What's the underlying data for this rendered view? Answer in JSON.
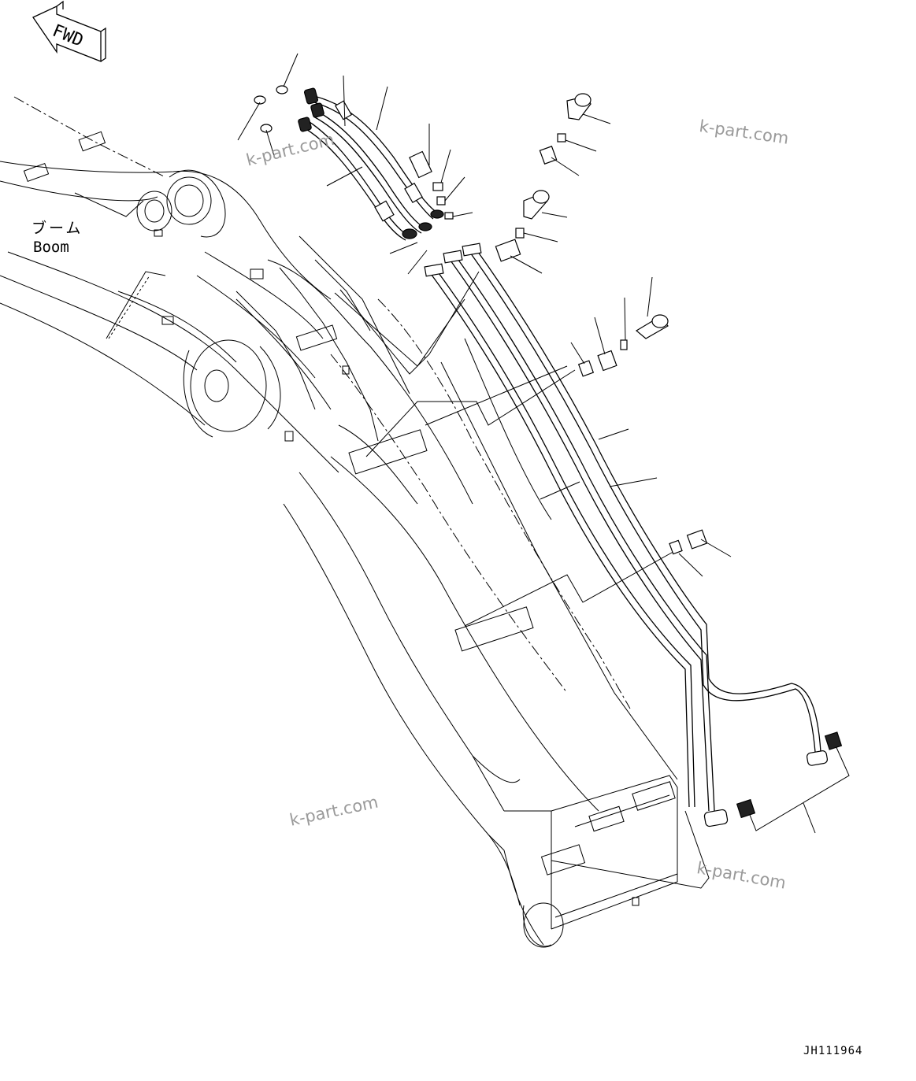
{
  "fwd_label": "FWD",
  "boom_label_ja": "ブーム",
  "boom_label_en": "Boom",
  "watermark": "k-part.com",
  "drawing_code": "JH111964",
  "icons": [
    "fwd-arrow-icon"
  ]
}
